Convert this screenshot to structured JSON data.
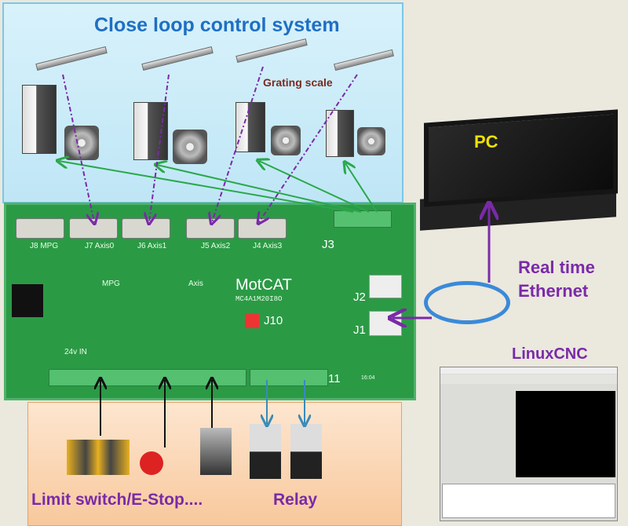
{
  "title": "Close loop control system",
  "grating_label": "Grating scale",
  "pc_label": "PC",
  "ethernet_label": "Real time Ethernet",
  "linuxcnc_label": "LinuxCNC",
  "io_labels": {
    "inputs": "Limit switch/E-Stop....",
    "outputs": "Relay"
  },
  "board": {
    "brand": "MotCAT",
    "model": "MC4A1M20I8O",
    "connectors": [
      "J8 MPG",
      "J7 Axis0",
      "J6 Axis1",
      "J5 Axis2",
      "J4 Axis3"
    ],
    "j3": "J3",
    "j2": "J2",
    "j1": "J1",
    "j10": "J10",
    "j11": "11",
    "power": "24v IN",
    "mpg": "MPG",
    "axis": "Axis",
    "code": "16:04"
  },
  "colors": {
    "title": "#1f6fc4",
    "accent": "#7a2aa8",
    "board": "#2b9a45",
    "pc_label": "#f0e000"
  }
}
